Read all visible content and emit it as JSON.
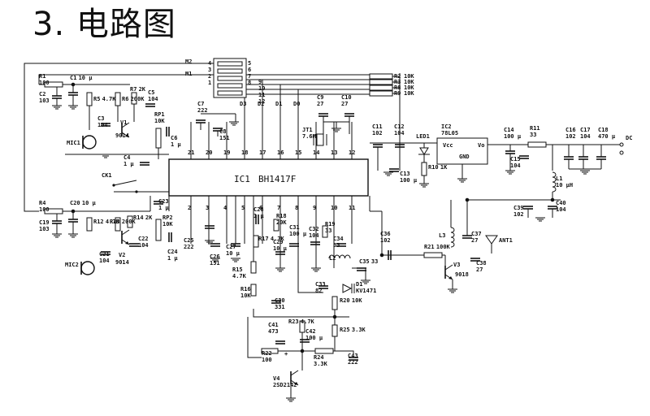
{
  "page": {
    "title": "3. 电路图"
  },
  "ic1": {
    "name": "IC1",
    "part": "BH1417F",
    "top_pins": [
      "21",
      "20",
      "19",
      "18",
      "17",
      "16",
      "15",
      "14",
      "13",
      "12"
    ],
    "bottom_pins": [
      "2",
      "3",
      "4",
      "5",
      "6",
      "7",
      "8",
      "9",
      "10",
      "11"
    ],
    "data_lines": [
      "D3",
      "D2",
      "D1",
      "D0"
    ]
  },
  "switch": {
    "m2": "M2",
    "m1": "M1",
    "left": [
      "4",
      "3",
      "2",
      "1"
    ],
    "right": [
      "5",
      "6",
      "7",
      "8"
    ],
    "extra": [
      "9",
      "10",
      "11",
      "12"
    ]
  },
  "ic2": {
    "name": "IC2",
    "part": "78L05",
    "vcc": "Vcc",
    "vo": "Vo",
    "gnd": "GND"
  },
  "xtal": {
    "name": "JT1",
    "value": "7.6M"
  },
  "led": {
    "name": "LED1"
  },
  "mics": [
    "MIC1",
    "MIC2"
  ],
  "ck": "CK1",
  "plus": "+",
  "antenna": "ANT1",
  "dc": "DC",
  "transistors": [
    {
      "name": "V1",
      "type": "9014"
    },
    {
      "name": "V2",
      "type": "9014"
    },
    {
      "name": "V3",
      "type": "9018"
    },
    {
      "name": "V4",
      "type": "2SD2142"
    }
  ],
  "diode": {
    "name": "D1",
    "type": "KV1471"
  },
  "inductors": [
    {
      "name": "L1",
      "value": "10 μH"
    },
    {
      "name": "L2",
      "value": ""
    },
    {
      "name": "L3",
      "value": ""
    }
  ],
  "resistors": [
    {
      "name": "R1",
      "value": "100"
    },
    {
      "name": "R2",
      "value": "10K"
    },
    {
      "name": "R3",
      "value": "10K"
    },
    {
      "name": "R4",
      "value": "100"
    },
    {
      "name": "R5",
      "value": "4.7K"
    },
    {
      "name": "R6",
      "value": "200K"
    },
    {
      "name": "R7",
      "value": "2K"
    },
    {
      "name": "R8",
      "value": "10K"
    },
    {
      "name": "R9",
      "value": "10K"
    },
    {
      "name": "R10",
      "value": "1K"
    },
    {
      "name": "R11",
      "value": "33"
    },
    {
      "name": "R12",
      "value": "4.7K"
    },
    {
      "name": "R13",
      "value": "200K"
    },
    {
      "name": "R14",
      "value": "2K"
    },
    {
      "name": "R15",
      "value": "4.7K"
    },
    {
      "name": "R16",
      "value": "10K"
    },
    {
      "name": "R17",
      "value": "4.7K"
    },
    {
      "name": "R18",
      "value": "20K"
    },
    {
      "name": "R19",
      "value": "33"
    },
    {
      "name": "R20",
      "value": "10K"
    },
    {
      "name": "R21",
      "value": "100K"
    },
    {
      "name": "R22",
      "value": "100"
    },
    {
      "name": "R23",
      "value": "4.7K"
    },
    {
      "name": "R24",
      "value": "3.3K"
    },
    {
      "name": "R25",
      "value": "3.3K"
    }
  ],
  "pots": [
    {
      "name": "RP1",
      "value": "10K"
    },
    {
      "name": "RP2",
      "value": "10K"
    }
  ],
  "capacitors": [
    {
      "name": "C1",
      "value": "10 μ"
    },
    {
      "name": "C2",
      "value": "103"
    },
    {
      "name": "C3",
      "value": "104"
    },
    {
      "name": "C4",
      "value": "1 μ"
    },
    {
      "name": "C5",
      "value": "104"
    },
    {
      "name": "C6",
      "value": "1 μ"
    },
    {
      "name": "C7",
      "value": "222"
    },
    {
      "name": "C8",
      "value": "151"
    },
    {
      "name": "C9",
      "value": "27"
    },
    {
      "name": "C10",
      "value": "27"
    },
    {
      "name": "C11",
      "value": "102"
    },
    {
      "name": "C12",
      "value": "104"
    },
    {
      "name": "C13",
      "value": "100 μ"
    },
    {
      "name": "C14",
      "value": "100 μ"
    },
    {
      "name": "C15",
      "value": "104"
    },
    {
      "name": "C16",
      "value": "102"
    },
    {
      "name": "C17",
      "value": "104"
    },
    {
      "name": "C18",
      "value": "470 μ"
    },
    {
      "name": "C19",
      "value": "103"
    },
    {
      "name": "C20",
      "value": "10 μ"
    },
    {
      "name": "C21",
      "value": "104"
    },
    {
      "name": "C22",
      "value": "104"
    },
    {
      "name": "C23",
      "value": "1 μ"
    },
    {
      "name": "C24",
      "value": "1 μ"
    },
    {
      "name": "C25",
      "value": "222"
    },
    {
      "name": "C26",
      "value": "151"
    },
    {
      "name": "C27",
      "value": "10 μ"
    },
    {
      "name": "C28",
      "value": "1 μ"
    },
    {
      "name": "C29",
      "value": "10 μ"
    },
    {
      "name": "C30",
      "value": "331"
    },
    {
      "name": "C31",
      "value": "100 μ"
    },
    {
      "name": "C32",
      "value": "104"
    },
    {
      "name": "C33",
      "value": "82"
    },
    {
      "name": "C34",
      "value": "33"
    },
    {
      "name": "C35",
      "value": "33"
    },
    {
      "name": "C36",
      "value": "102"
    },
    {
      "name": "C37",
      "value": "27"
    },
    {
      "name": "C38",
      "value": "27"
    },
    {
      "name": "C39",
      "value": "102"
    },
    {
      "name": "C40",
      "value": "104"
    },
    {
      "name": "C41",
      "value": "473"
    },
    {
      "name": "C42",
      "value": "100 μ"
    },
    {
      "name": "C43",
      "value": "222"
    }
  ]
}
